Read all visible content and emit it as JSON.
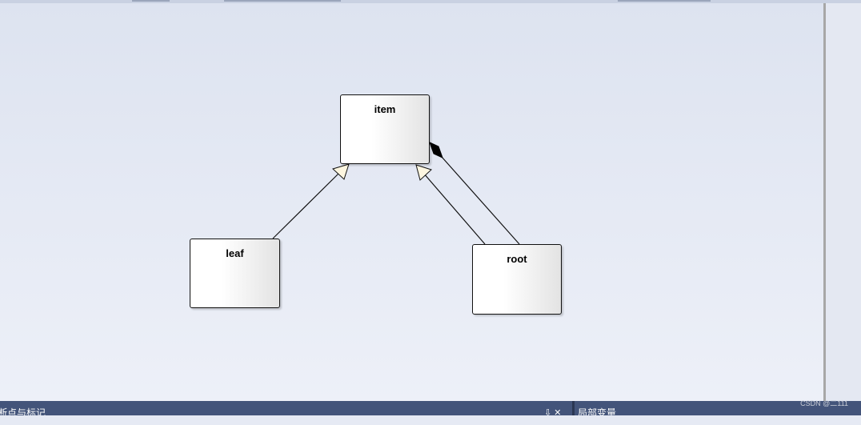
{
  "nodes": {
    "item": {
      "label": "item"
    },
    "leaf": {
      "label": "leaf"
    },
    "root": {
      "label": "root"
    }
  },
  "relations": [
    {
      "type": "generalization",
      "from": "leaf",
      "to": "item"
    },
    {
      "type": "generalization",
      "from": "root",
      "to": "item"
    },
    {
      "type": "composition",
      "from": "root",
      "to": "item"
    }
  ],
  "bottom_panels": {
    "left_title": "断点与标记",
    "left_controls": "⇩ ✕",
    "right_title": "局部变量"
  },
  "watermark": "CSDN @二111",
  "colors": {
    "canvas": "#e6eaf4",
    "bottom_bar": "#43547a",
    "arrow_fill": "#fdf6e0"
  }
}
